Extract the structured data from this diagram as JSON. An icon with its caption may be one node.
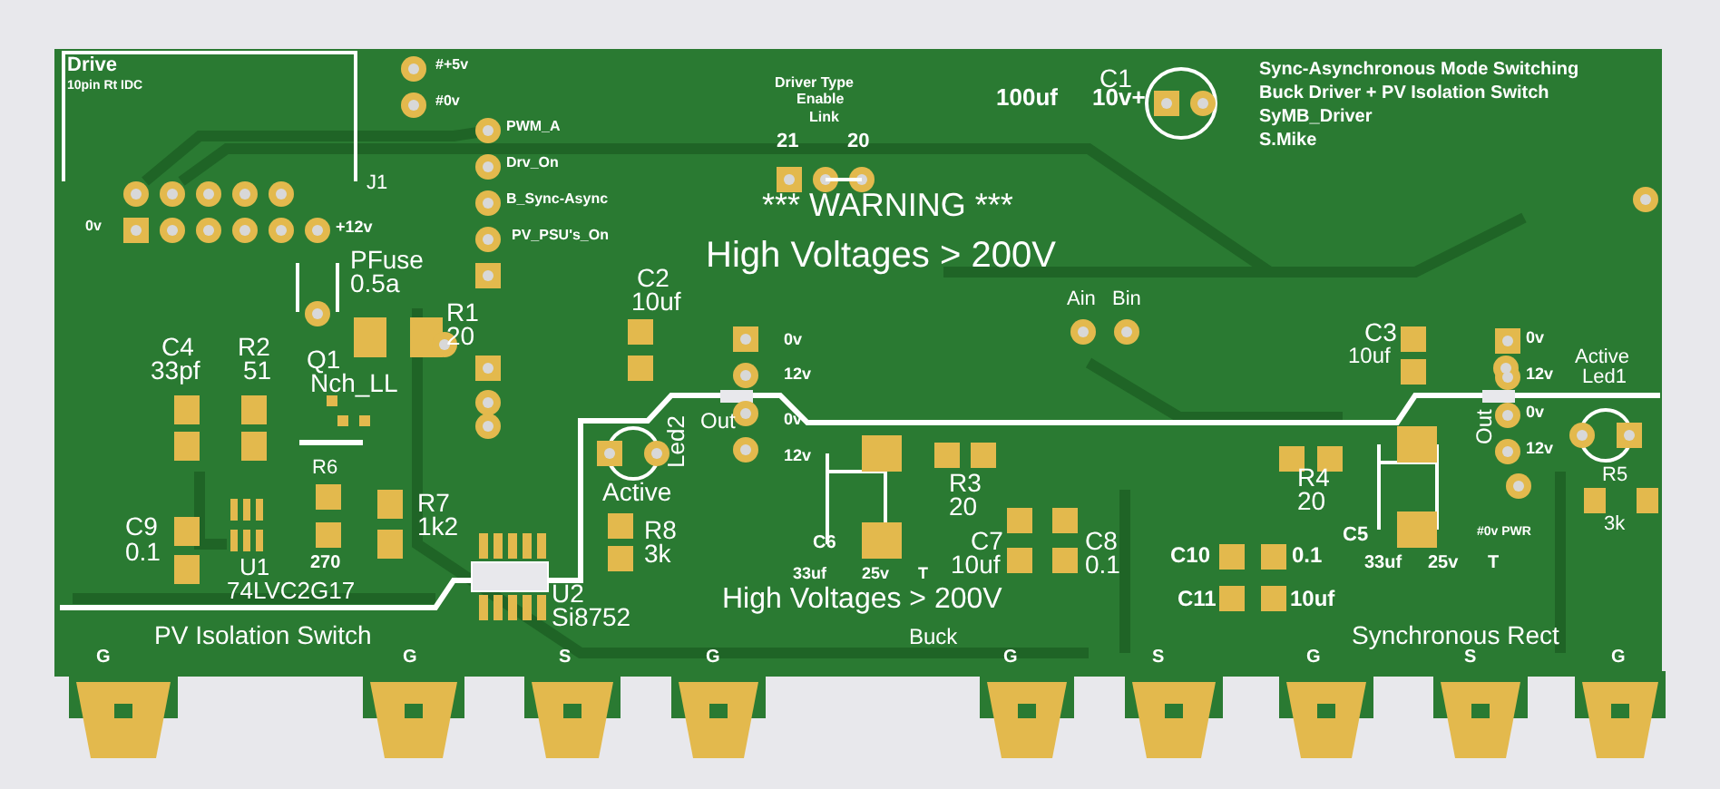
{
  "diagram": {
    "labels": [
      "Drive",
      "10pin Rt IDC",
      "J1",
      "0v",
      "+12v",
      "#+5v",
      "#0v",
      "PWM_A",
      "Drv_On",
      "B_Sync-Async",
      "PV_PSU's_On",
      "PFuse",
      "0.5a",
      "R1",
      "20",
      "C4",
      "33pf",
      "R2",
      "51",
      "Q1",
      "Nch_LL",
      "R6",
      "R7",
      "C9",
      "1k2",
      "0.1",
      "U1",
      "270",
      "74LVC2G17",
      "PV Isolation Switch",
      "U2",
      "Si8752",
      "Driver Type",
      "Enable",
      "Link",
      "21",
      "20",
      "*** WARNING ***",
      "High Voltages > 200V",
      "C1",
      "100uf",
      "10v+",
      "Sync-Asynchronous Mode Switching",
      "Buck Driver + PV Isolation Switch",
      "SyMB_Driver",
      "S.Mike",
      "C2",
      "10uf",
      "0v",
      "12v",
      "Led2",
      "Out",
      "0v",
      "12v",
      "Active",
      "R8",
      "3k",
      "Ain",
      "Bin",
      "C6",
      "33uf",
      "25v",
      "T",
      "R3",
      "20",
      "C7",
      "10uf",
      "C8",
      "0.1",
      "High Voltages > 200V",
      "Buck",
      "C3",
      "10uf",
      "0v",
      "12v",
      "Active",
      "Led1",
      "Out",
      "0v",
      "12v",
      "R5",
      "3k",
      "#0v PWR",
      "R4",
      "20",
      "C5",
      "C10",
      "0.1",
      "33uf",
      "25v",
      "T",
      "C11",
      "10uf",
      "Synchronous Rect",
      "G",
      "G",
      "S",
      "G",
      "G",
      "S",
      "G",
      "S",
      "G"
    ]
  }
}
